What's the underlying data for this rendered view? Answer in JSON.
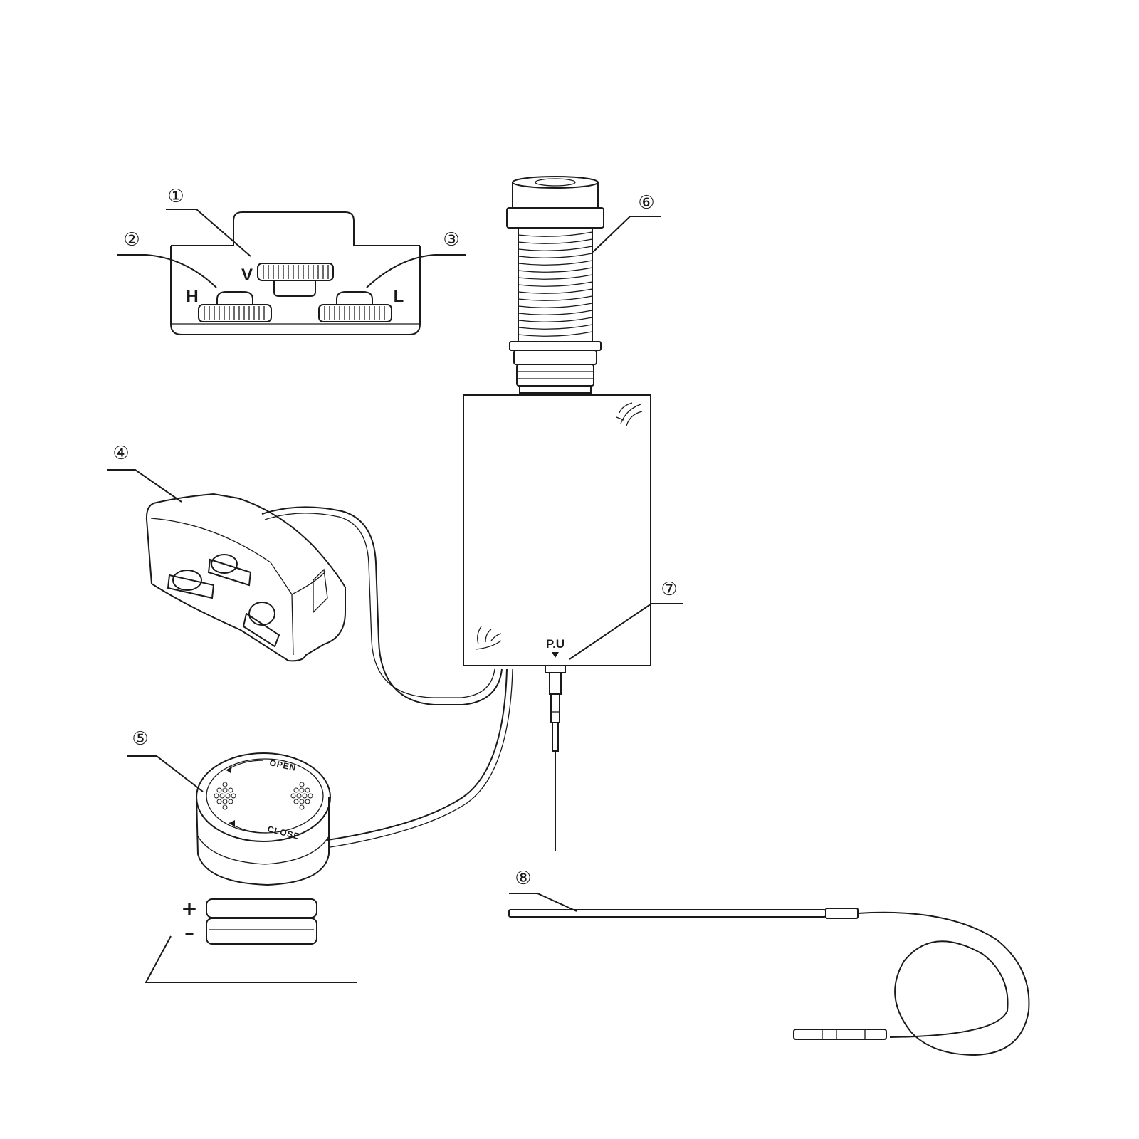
{
  "callouts": {
    "c1": "①",
    "c2": "②",
    "c3": "③",
    "c4": "④",
    "c5": "⑤",
    "c6": "⑥",
    "c7": "⑦",
    "c8": "⑧"
  },
  "knob_labels": {
    "volume": "V",
    "high": "H",
    "low": "L"
  },
  "jack_label": "P.U",
  "controller": {
    "open_label": "OPEN",
    "close_label": "CLOSE"
  },
  "battery": {
    "plus": "+",
    "minus": "–"
  },
  "colors": {
    "ink": "#1a1a1a",
    "background": "#ffffff"
  }
}
